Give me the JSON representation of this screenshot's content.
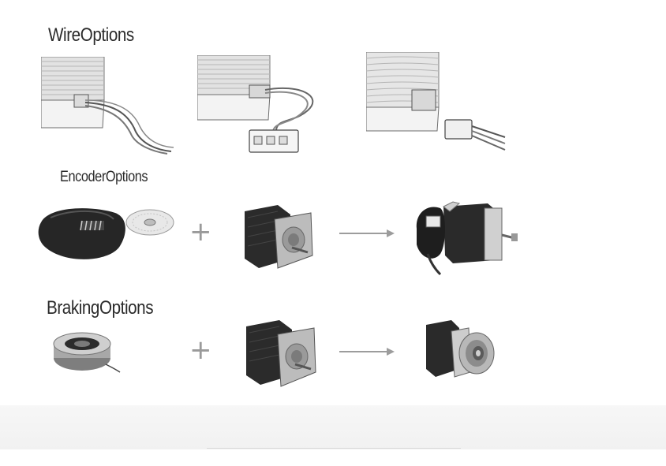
{
  "sections": {
    "wire": {
      "title": "WireOptions"
    },
    "encoder": {
      "title": "EncoderOptions"
    },
    "braking": {
      "title": "BrakingOptions"
    }
  },
  "symbols": {
    "plus": "+"
  },
  "icons": {
    "wire_1": "motor-wire-lead-icon",
    "wire_2": "motor-connector-lead-icon",
    "wire_3": "motor-terminal-connector-icon",
    "encoder_module": "encoder-module-icon",
    "stepper_motor": "stepper-motor-icon",
    "motor_with_encoder": "motor-with-encoder-icon",
    "brake_disc": "brake-disc-icon",
    "motor_with_brake": "motor-with-brake-icon",
    "arrow": "arrow-right-icon"
  },
  "colors": {
    "title": "#2b2b2b",
    "symbol": "#9a9a9a",
    "motor_body": "#2a2a2a",
    "flange": "#b9b9b9"
  }
}
